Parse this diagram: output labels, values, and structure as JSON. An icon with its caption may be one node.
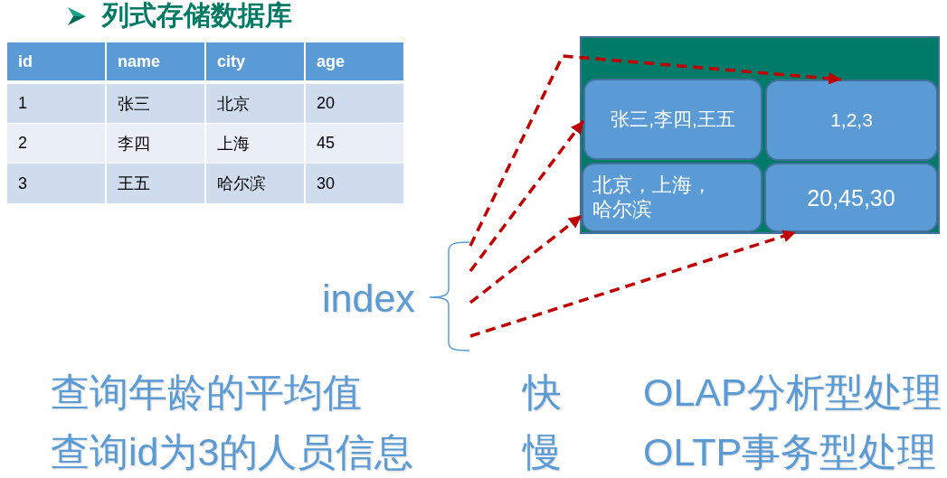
{
  "diagram": {
    "title": "列式存储数据库",
    "nodes": [
      {
        "text": [],
        "shape": "box"
      },
      {
        "text": [
          "张三,李四,王五"
        ],
        "in": 0
      },
      {
        "text": [
          "1,2,3"
        ],
        "in": 0
      },
      {
        "text": [
          "北京，上海，哈尔滨"
        ],
        "in": 0
      },
      {
        "text": [
          "20,45,30"
        ],
        "in": 0
      },
      {
        "text": [
          "index"
        ]
      }
    ],
    "edges": [
      {
        "from": 5,
        "to": 1,
        "arrow": "to",
        "style": "dashed",
        "color": "#c00000"
      },
      {
        "from": 5,
        "to": 3,
        "arrow": "to",
        "style": "dashed",
        "color": "#c00000"
      },
      {
        "from": 5,
        "to": 2,
        "arrow": "to",
        "style": "dashed",
        "color": "#c00000"
      },
      {
        "from": 5,
        "to": 4,
        "arrow": "to",
        "style": "dashed",
        "color": "#c00000"
      }
    ],
    "labels": [
      "id",
      "name",
      "city",
      "age",
      "1",
      "张三",
      "北京",
      "20",
      "2",
      "李四",
      "上海",
      "45",
      "3",
      "王五",
      "哈尔滨",
      "30",
      "查询年龄的平均值",
      "快",
      "OLAP分析型处理",
      "查询id为3的人员信息",
      "慢",
      "OLTP事务型处理"
    ]
  }
}
